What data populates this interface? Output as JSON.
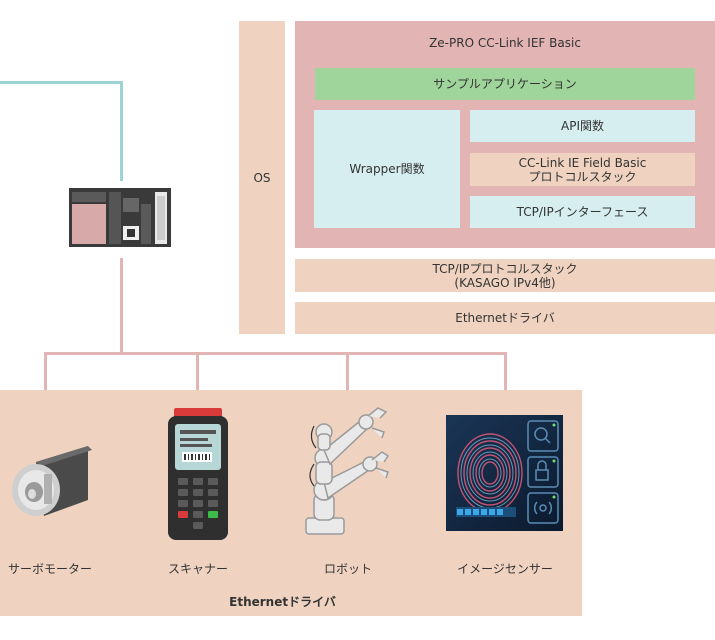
{
  "stack": {
    "os_label": "OS",
    "ze_pro_title": "Ze-PRO CC-Link IEF Basic",
    "sample_app": "サンプルアプリケーション",
    "wrapper": "Wrapper関数",
    "api": "API関数",
    "cclink_line1": "CC-Link IE Field Basic",
    "cclink_line2": "プロトコルスタック",
    "tcpip_if": "TCP/IPインターフェース",
    "tcpip_stack_line1": "TCP/IPプロトコルスタック",
    "tcpip_stack_line2": "(KASAGO IPv4他)",
    "ethernet_driver": "Ethernetドライバ"
  },
  "devices": {
    "items": [
      {
        "label": "サーボモーター",
        "icon": "servo-motor-icon"
      },
      {
        "label": "スキャナー",
        "icon": "scanner-icon"
      },
      {
        "label": "ロボット",
        "icon": "robot-arm-icon"
      },
      {
        "label": "イメージセンサー",
        "icon": "image-sensor-icon"
      }
    ],
    "ethernet_driver": "Ethernetドライバ"
  },
  "plc_icon": "plc-controller-icon",
  "colors": {
    "network_cyan": "#9ed3d6",
    "network_pink": "#e2b4b4",
    "os_peach": "#efd3c0",
    "ze_pink": "#e2b4b4",
    "app_green": "#9fd49a",
    "module_cyan": "#d6eef0"
  }
}
